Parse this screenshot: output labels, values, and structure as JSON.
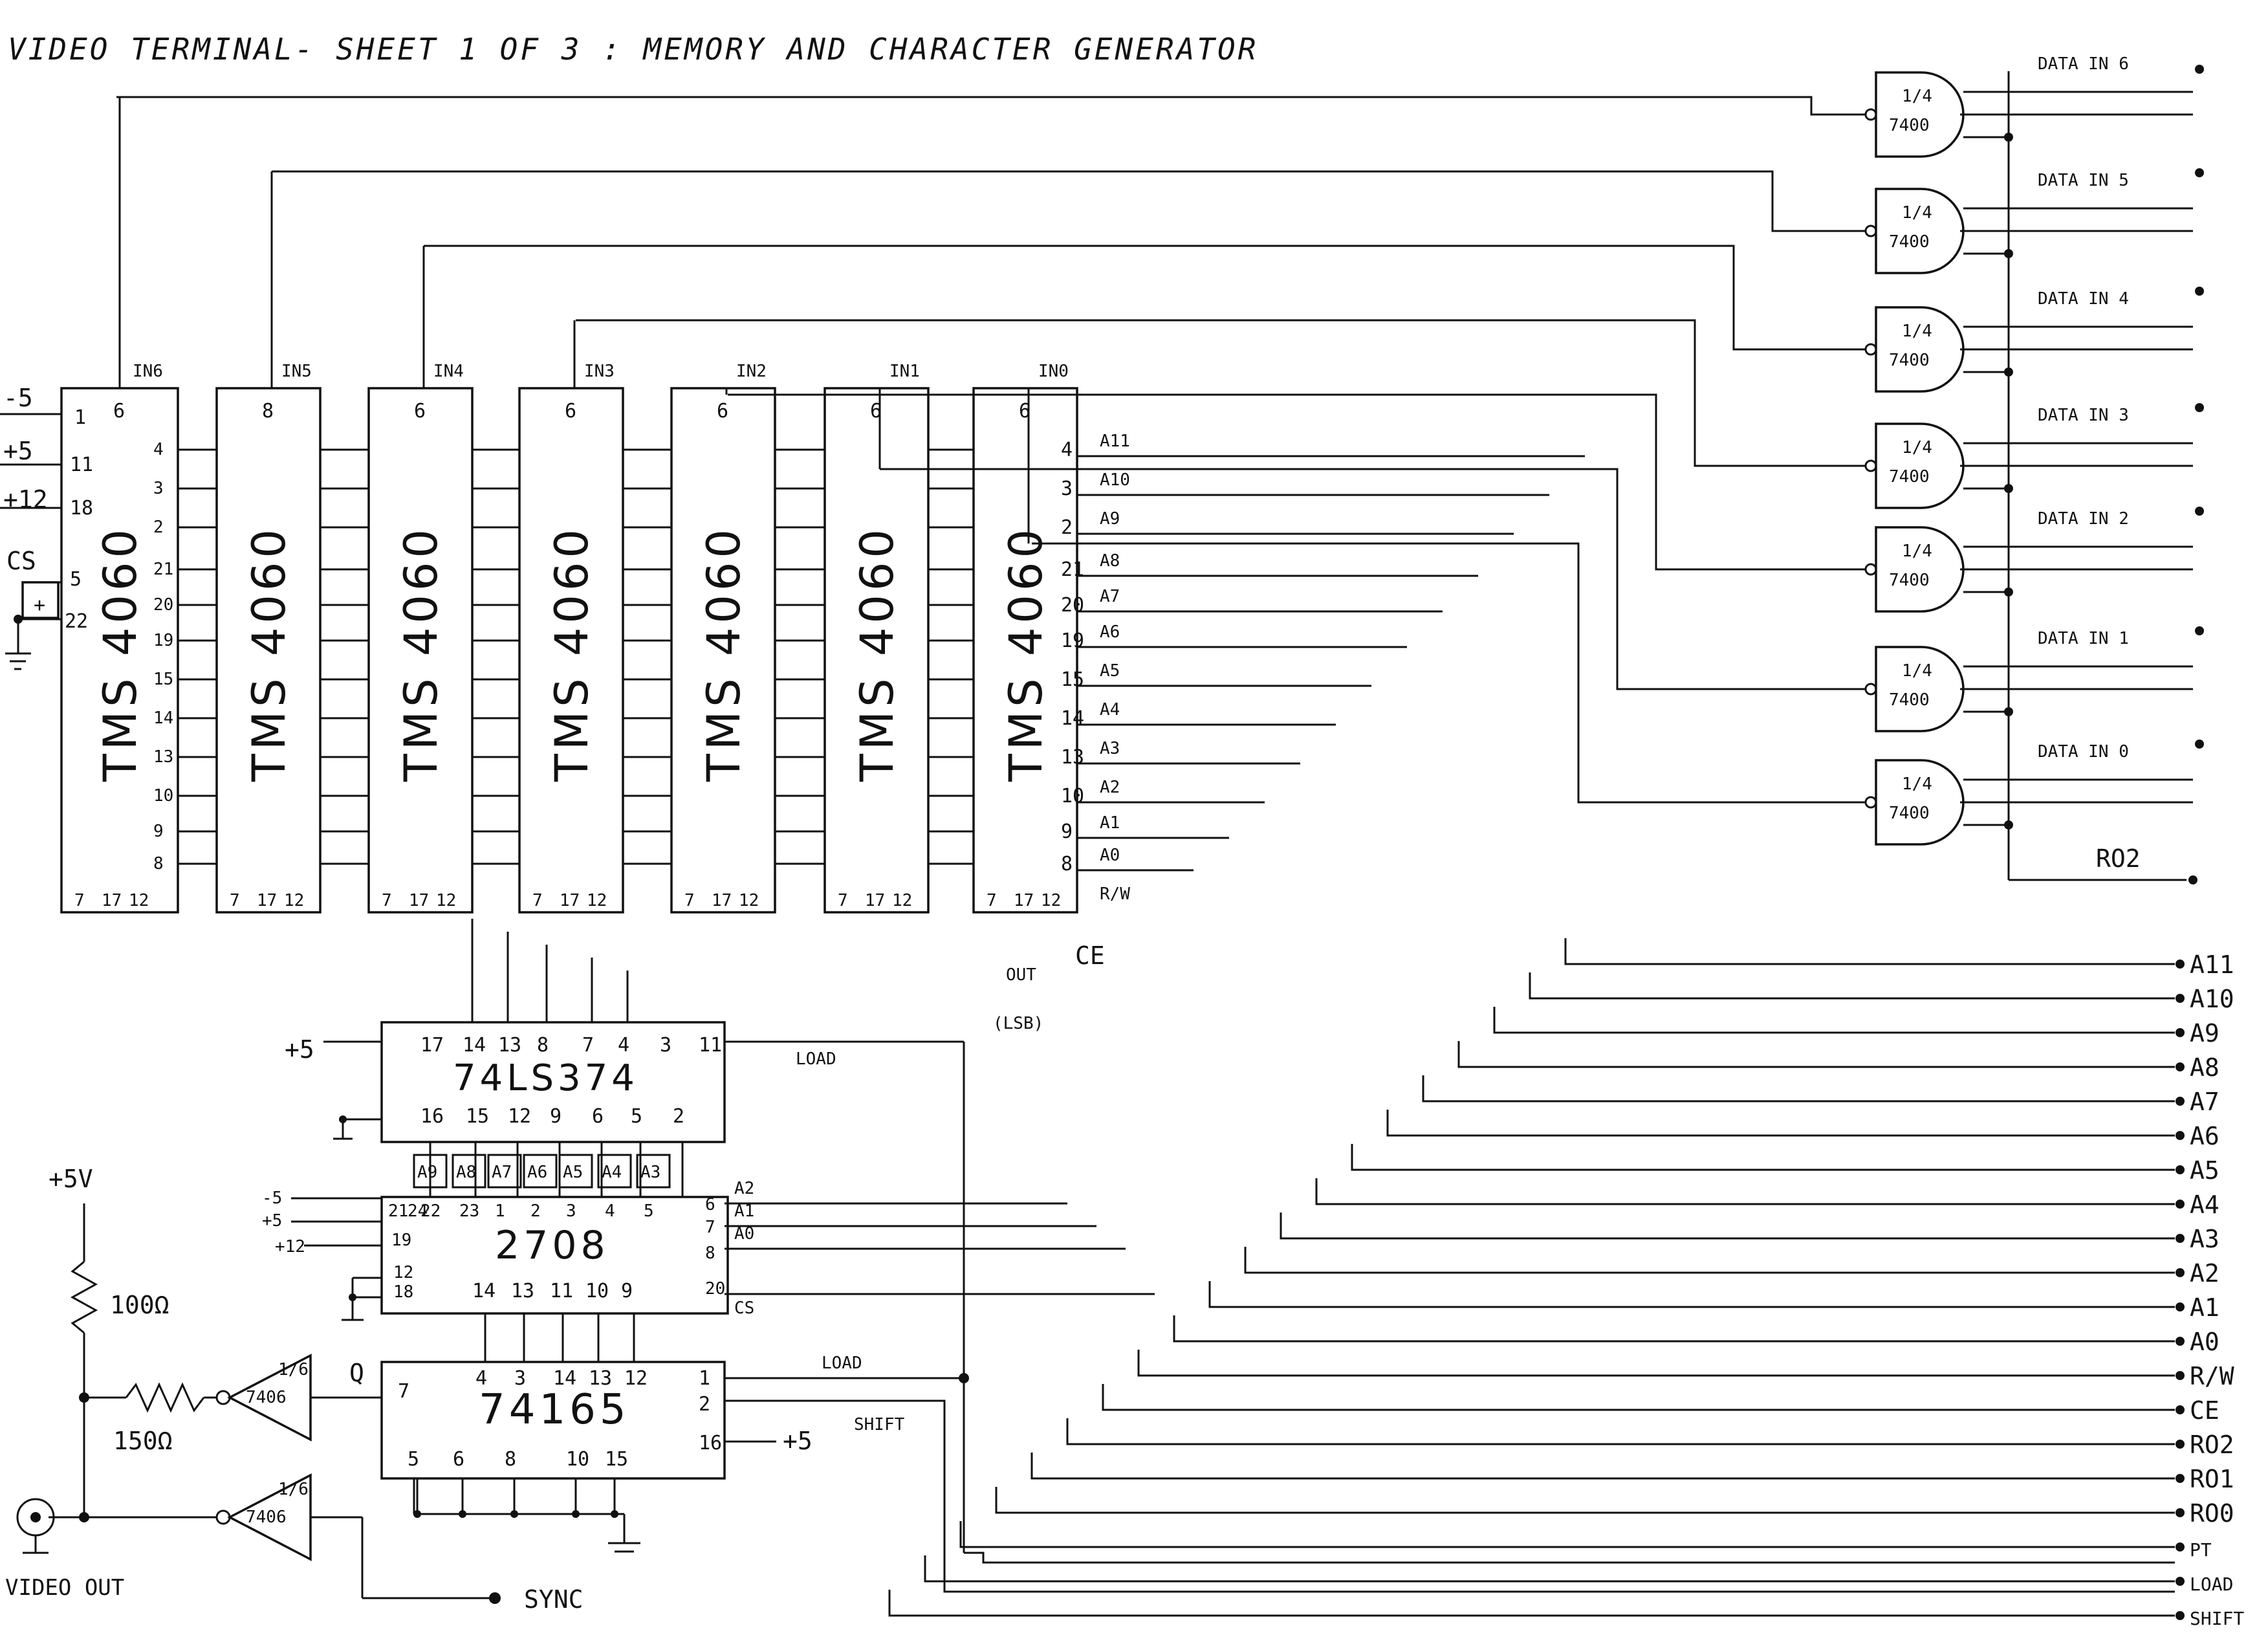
{
  "title": "VIDEO TERMINAL- SHEET 1 OF 3 : MEMORY AND CHARACTER GENERATOR",
  "ram_chips": [
    {
      "name": "TMS 4060",
      "input_label": "IN6",
      "pin": "6"
    },
    {
      "name": "TMS 4060",
      "input_label": "IN5",
      "pin": "8"
    },
    {
      "name": "TMS 4060",
      "input_label": "IN4",
      "pin": "6"
    },
    {
      "name": "TMS 4060",
      "input_label": "IN3",
      "pin": "6"
    },
    {
      "name": "TMS 4060",
      "input_label": "IN2",
      "pin": "6"
    },
    {
      "name": "TMS 4060",
      "input_label": "IN1",
      "pin": "6"
    },
    {
      "name": "TMS 4060",
      "input_label": "IN0",
      "pin": "6"
    }
  ],
  "ram_left_supply": [
    "-5",
    "+5",
    "+12",
    "CS"
  ],
  "ram_left_pins": [
    "1",
    "11",
    "18",
    "5",
    "22"
  ],
  "ram_side_pins": [
    "4",
    "3",
    "2",
    "21",
    "20",
    "19",
    "15",
    "14",
    "13",
    "10",
    "9",
    "8"
  ],
  "ram_bottom_pins": [
    "7",
    "17",
    "12"
  ],
  "address_labels": [
    "A11",
    "A10",
    "A9",
    "A8",
    "A7",
    "A6",
    "A5",
    "A4",
    "A3",
    "A2",
    "A1",
    "A0"
  ],
  "rw_label": "R/W",
  "out_label": "OUT",
  "lsb_label": "(LSB)",
  "ce_label": "CE",
  "nand_gates": [
    {
      "label": "1/4",
      "type": "7400",
      "output": "DATA IN 6"
    },
    {
      "label": "1/4",
      "type": "7400",
      "output": "DATA IN 5"
    },
    {
      "label": "1/4",
      "type": "7400",
      "output": "DATA IN 4"
    },
    {
      "label": "1/4",
      "type": "7400",
      "output": "DATA IN 3"
    },
    {
      "label": "1/4",
      "type": "7400",
      "output": "DATA IN 2"
    },
    {
      "label": "1/4",
      "type": "7400",
      "output": "DATA IN 1"
    },
    {
      "label": "1/4",
      "type": "7400",
      "output": "DATA IN 0"
    }
  ],
  "ro2_label": "RO2",
  "latch": {
    "name": "74LS374",
    "top_pins": [
      "17",
      "14",
      "13",
      "8",
      "7",
      "4",
      "3",
      "11"
    ],
    "bottom_pins": [
      "16",
      "15",
      "12",
      "9",
      "6",
      "5",
      "2"
    ],
    "supply": "+5",
    "load": "LOAD"
  },
  "rom": {
    "name": "2708",
    "addr_labels": [
      "A9",
      "A8",
      "A7",
      "A6",
      "A5",
      "A4",
      "A3"
    ],
    "top_pins": [
      "22",
      "23",
      "1",
      "2",
      "3",
      "4",
      "5"
    ],
    "left_pins": [
      "21",
      "24",
      "19",
      "12",
      "18"
    ],
    "supplies": [
      "-5",
      "+5",
      "+12"
    ],
    "right_pins": [
      "6",
      "7",
      "8",
      "20"
    ],
    "right_labels": [
      "A2",
      "A1",
      "A0",
      "CS"
    ],
    "bottom_pins": [
      "14",
      "13",
      "11",
      "10",
      "9"
    ]
  },
  "shift_reg": {
    "name": "74165",
    "top_pins": [
      "4",
      "3",
      "14",
      "13",
      "12"
    ],
    "right_pins": [
      "1",
      "2",
      "16"
    ],
    "left_pin": "7",
    "q_label": "Q",
    "bottom_pins": [
      "5",
      "6",
      "8",
      "10",
      "15"
    ],
    "load": "LOAD",
    "shift": "SHIFT",
    "supply": "+5"
  },
  "video": {
    "supply": "+5V",
    "r1": "100Ω",
    "r2": "150Ω",
    "buffer_fraction": "1/6",
    "buffer_type": "7406",
    "out_label": "VIDEO OUT",
    "sync_label": "SYNC"
  },
  "right_connectors": [
    "A11",
    "A10",
    "A9",
    "A8",
    "A7",
    "A6",
    "A5",
    "A4",
    "A3",
    "A2",
    "A1",
    "A0",
    "R/W",
    "CE",
    "RO2",
    "RO1",
    "RO0",
    "PT",
    "LOAD",
    "SHIFT"
  ]
}
